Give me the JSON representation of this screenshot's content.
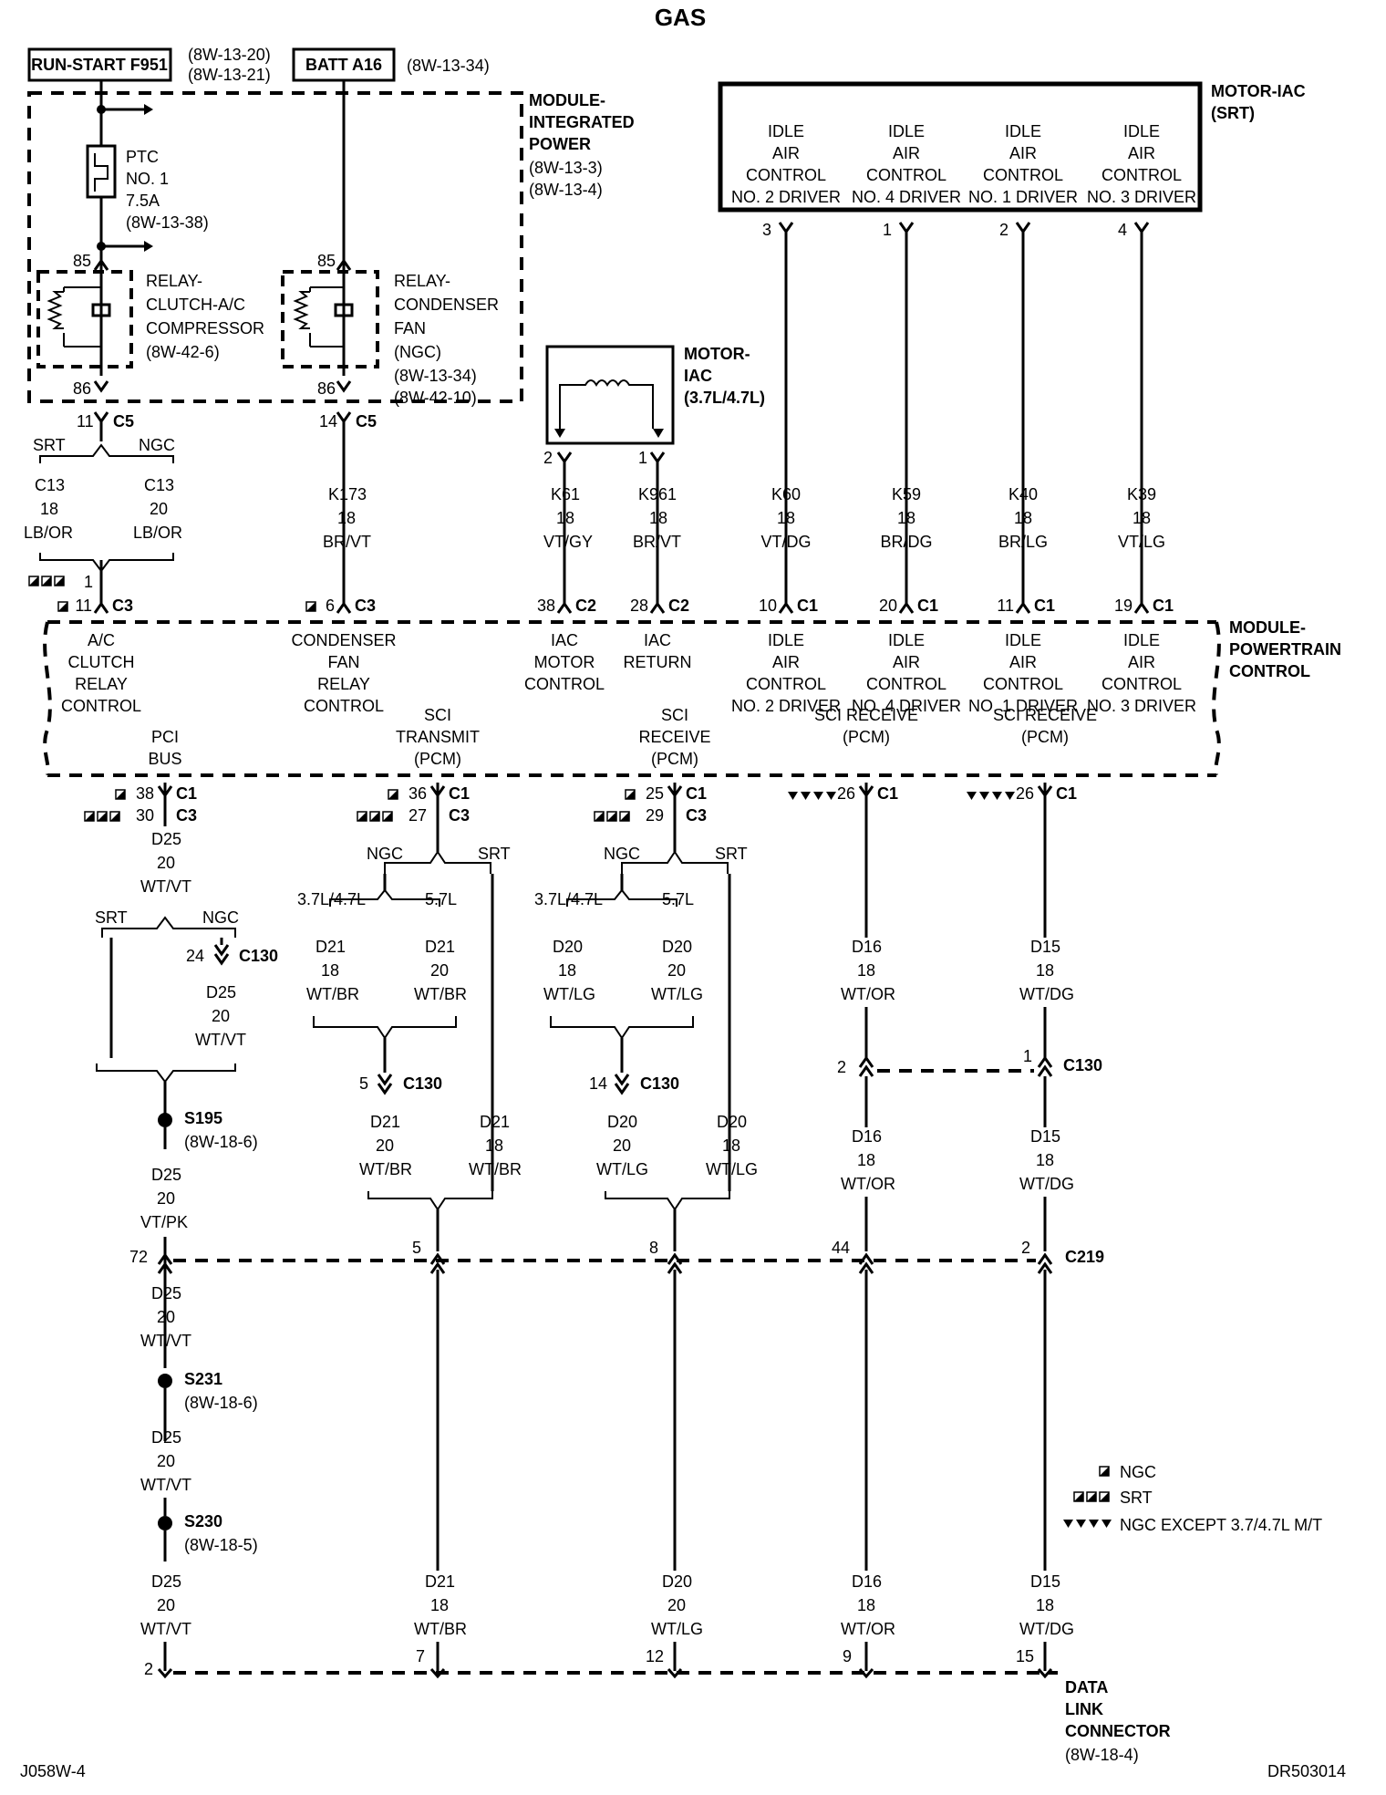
{
  "title": "GAS",
  "footer_left": "J058W-4",
  "footer_right": "DR503014",
  "fuse_run": "RUN-START F951",
  "fuse_run_refs": [
    "(8W-13-20)",
    "(8W-13-21)"
  ],
  "fuse_batt": "BATT A16",
  "fuse_batt_ref": "(8W-13-34)",
  "mip_label": [
    "MODULE-",
    "INTEGRATED",
    "POWER"
  ],
  "mip_refs": [
    "(8W-13-3)",
    "(8W-13-4)"
  ],
  "ptc": [
    "PTC",
    "NO. 1",
    "7.5A",
    "(8W-13-38)"
  ],
  "relay_ac": [
    "RELAY-",
    "CLUTCH-A/C",
    "COMPRESSOR",
    "(8W-42-6)"
  ],
  "relay_cf": [
    "RELAY-",
    "CONDENSER",
    "FAN",
    "(NGC)",
    "(8W-13-34)",
    "(8W-42-10)"
  ],
  "motor_iac_srt_label": [
    "MOTOR-IAC",
    "(SRT)"
  ],
  "iac_drivers": [
    [
      "IDLE",
      "AIR",
      "CONTROL",
      "NO. 2 DRIVER"
    ],
    [
      "IDLE",
      "AIR",
      "CONTROL",
      "NO. 4 DRIVER"
    ],
    [
      "IDLE",
      "AIR",
      "CONTROL",
      "NO. 1 DRIVER"
    ],
    [
      "IDLE",
      "AIR",
      "CONTROL",
      "NO. 3 DRIVER"
    ]
  ],
  "iac_pins": [
    "3",
    "1",
    "2",
    "4"
  ],
  "motor_iac_label": [
    "MOTOR-",
    "IAC",
    "(3.7L/4.7L)"
  ],
  "pcm_label": [
    "MODULE-",
    "POWERTRAIN",
    "CONTROL"
  ],
  "pcm_functions_top": [
    [
      "A/C",
      "CLUTCH",
      "RELAY",
      "CONTROL"
    ],
    [
      "CONDENSER",
      "FAN",
      "RELAY",
      "CONTROL"
    ],
    [
      "IAC",
      "MOTOR",
      "CONTROL"
    ],
    [
      "IAC",
      "RETURN"
    ],
    [
      "IDLE",
      "AIR",
      "CONTROL",
      "NO. 2 DRIVER"
    ],
    [
      "IDLE",
      "AIR",
      "CONTROL",
      "NO. 4 DRIVER"
    ],
    [
      "IDLE",
      "AIR",
      "CONTROL",
      "NO. 1 DRIVER"
    ],
    [
      "IDLE",
      "AIR",
      "CONTROL",
      "NO. 3 DRIVER"
    ]
  ],
  "pcm_functions_bottom": [
    [
      "PCI",
      "BUS"
    ],
    [
      "SCI",
      "TRANSMIT",
      "(PCM)"
    ],
    [
      "SCI",
      "RECEIVE",
      "(PCM)"
    ],
    [
      "SCI RECEIVE",
      "(PCM)"
    ],
    [
      "SCI RECEIVE",
      "(PCM)"
    ]
  ],
  "wires_top": [
    [
      "C13",
      "18",
      "LB/OR"
    ],
    [
      "C13",
      "20",
      "LB/OR"
    ],
    [
      "K173",
      "18",
      "BR/VT"
    ],
    [
      "K61",
      "18",
      "VT/GY"
    ],
    [
      "K961",
      "18",
      "BR/VT"
    ],
    [
      "K60",
      "18",
      "VT/DG"
    ],
    [
      "K59",
      "18",
      "BR/DG"
    ],
    [
      "K40",
      "18",
      "BR/LG"
    ],
    [
      "K39",
      "18",
      "VT/LG"
    ]
  ],
  "pcm_pins_top": [
    {
      "pin": "11",
      "conn": "C3"
    },
    {
      "pin": "6",
      "conn": "C3"
    },
    {
      "pin": "38",
      "conn": "C2"
    },
    {
      "pin": "28",
      "conn": "C2"
    },
    {
      "pin": "10",
      "conn": "C1"
    },
    {
      "pin": "20",
      "conn": "C1"
    },
    {
      "pin": "11",
      "conn": "C1"
    },
    {
      "pin": "19",
      "conn": "C1"
    }
  ],
  "pcm_pins_bottom": [
    {
      "pin_a": "38",
      "conn_a": "C1",
      "pin_b": "30",
      "conn_b": "C3"
    },
    {
      "pin_a": "36",
      "conn_a": "C1",
      "pin_b": "27",
      "conn_b": "C3"
    },
    {
      "pin_a": "25",
      "conn_a": "C1",
      "pin_b": "29",
      "conn_b": "C3"
    },
    {
      "pin_a": "26",
      "conn_a": "C1"
    },
    {
      "pin_a": "26",
      "conn_a": "C1"
    }
  ],
  "c5_pins": [
    "11",
    "14"
  ],
  "c5_label": "C5",
  "relay_pins": [
    "85",
    "86",
    "85",
    "86"
  ],
  "splice_1": "1",
  "srt": "SRT",
  "ngc": "NGC",
  "eng_a": "3.7L/4.7L",
  "eng_b": "5.7L",
  "c130": "C130",
  "c219": "C219",
  "pci_wires": [
    [
      "D25",
      "20",
      "WT/VT"
    ],
    [
      "D25",
      "20",
      "WT/VT"
    ],
    [
      "D25",
      "20",
      "VT/PK"
    ],
    [
      "D25",
      "20",
      "WT/VT"
    ],
    [
      "D25",
      "20",
      "WT/VT"
    ],
    [
      "D25",
      "20",
      "WT/VT"
    ]
  ],
  "pci_c130_pin": "24",
  "splices": [
    {
      "id": "S195",
      "ref": "(8W-18-6)"
    },
    {
      "id": "S231",
      "ref": "(8W-18-6)"
    },
    {
      "id": "S230",
      "ref": "(8W-18-5)"
    }
  ],
  "d21_wires": [
    [
      "D21",
      "18",
      "WT/BR"
    ],
    [
      "D21",
      "20",
      "WT/BR"
    ],
    [
      "D21",
      "20",
      "WT/BR"
    ],
    [
      "D21",
      "18",
      "WT/BR"
    ],
    [
      "D21",
      "18",
      "WT/BR"
    ]
  ],
  "d20_wires": [
    [
      "D20",
      "18",
      "WT/LG"
    ],
    [
      "D20",
      "20",
      "WT/LG"
    ],
    [
      "D20",
      "20",
      "WT/LG"
    ],
    [
      "D20",
      "18",
      "WT/LG"
    ],
    [
      "D20",
      "20",
      "WT/LG"
    ]
  ],
  "d16_wires": [
    [
      "D16",
      "18",
      "WT/OR"
    ],
    [
      "D16",
      "18",
      "WT/OR"
    ],
    [
      "D16",
      "18",
      "WT/OR"
    ]
  ],
  "d15_wires": [
    [
      "D15",
      "18",
      "WT/DG"
    ],
    [
      "D15",
      "18",
      "WT/DG"
    ],
    [
      "D15",
      "18",
      "WT/DG"
    ]
  ],
  "c130_pins": {
    "d21": "5",
    "d20": "14",
    "d16": "2",
    "d15": "1"
  },
  "c219_pins": [
    "72",
    "5",
    "8",
    "44",
    "2"
  ],
  "dlc_pins": [
    "2",
    "7",
    "12",
    "9",
    "15"
  ],
  "dlc_label": [
    "DATA",
    "LINK",
    "CONNECTOR",
    "(8W-18-4)"
  ],
  "legend": [
    "NGC",
    "SRT",
    "NGC EXCEPT 3.7/4.7L M/T"
  ]
}
